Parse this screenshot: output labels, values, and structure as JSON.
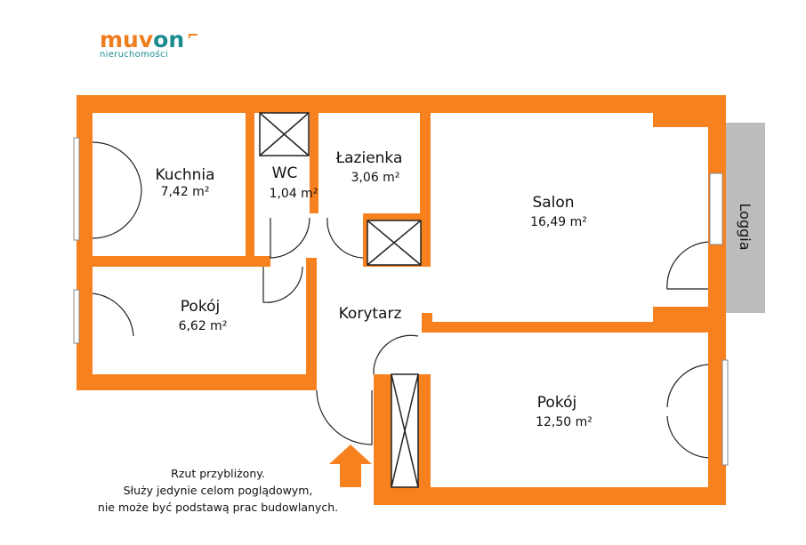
{
  "logo": {
    "word_1": "muv",
    "word_2": "on",
    "mark": "⌐",
    "subtitle": "nieruchomości"
  },
  "rooms": {
    "kuchnia": {
      "name": "Kuchnia",
      "area": "7,42 m²"
    },
    "wc": {
      "name": "WC",
      "area": "1,04 m²"
    },
    "lazienka": {
      "name": "Łazienka",
      "area": "3,06 m²"
    },
    "salon": {
      "name": "Salon",
      "area": "16,49 m²"
    },
    "pokoj_small": {
      "name": "Pokój",
      "area": "6,62 m²"
    },
    "korytarz": {
      "name": "Korytarz"
    },
    "pokoj_large": {
      "name": "Pokój",
      "area": "12,50 m²"
    },
    "loggia": {
      "name": "Loggia"
    }
  },
  "note": {
    "line1": "Rzut przybliżony.",
    "line2": "Służy jedynie celom poglądowym,",
    "line3": "nie może być podstawą prac budowlanych."
  },
  "colors": {
    "wall": "#f7811e",
    "brand_orange": "#ee7d1f",
    "brand_teal": "#1a8b8f",
    "loggia": "#bcbcbc"
  }
}
